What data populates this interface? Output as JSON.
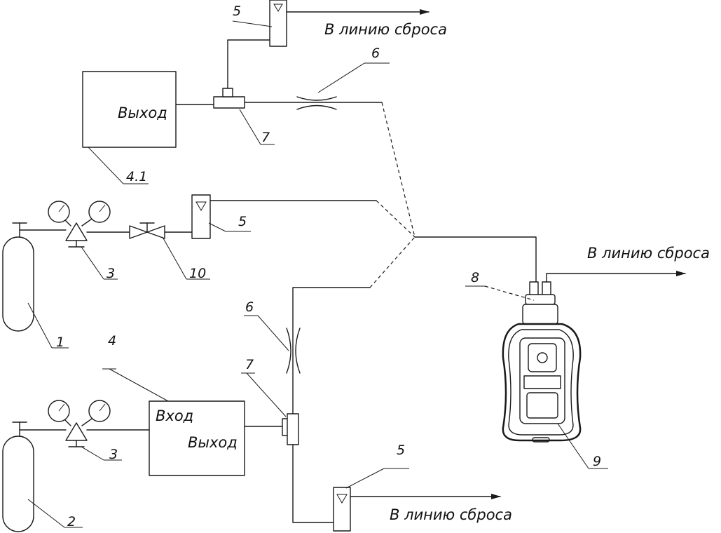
{
  "blocks": {
    "gen_top_output": "Выход",
    "gen_bottom_input": "Вход",
    "gen_bottom_output": "Выход"
  },
  "vents": {
    "top": "В линию сброса",
    "right": "В линию сброса",
    "bottom": "В линию сброса"
  },
  "callouts": {
    "c1": "1",
    "c2": "2",
    "c3a": "3",
    "c3b": "3",
    "c4": "4",
    "c41": "4.1",
    "c5a": "5",
    "c5b": "5",
    "c5c": "5",
    "c6a": "6",
    "c6b": "6",
    "c7a": "7",
    "c7b": "7",
    "c8": "8",
    "c9": "9",
    "c10": "10"
  }
}
